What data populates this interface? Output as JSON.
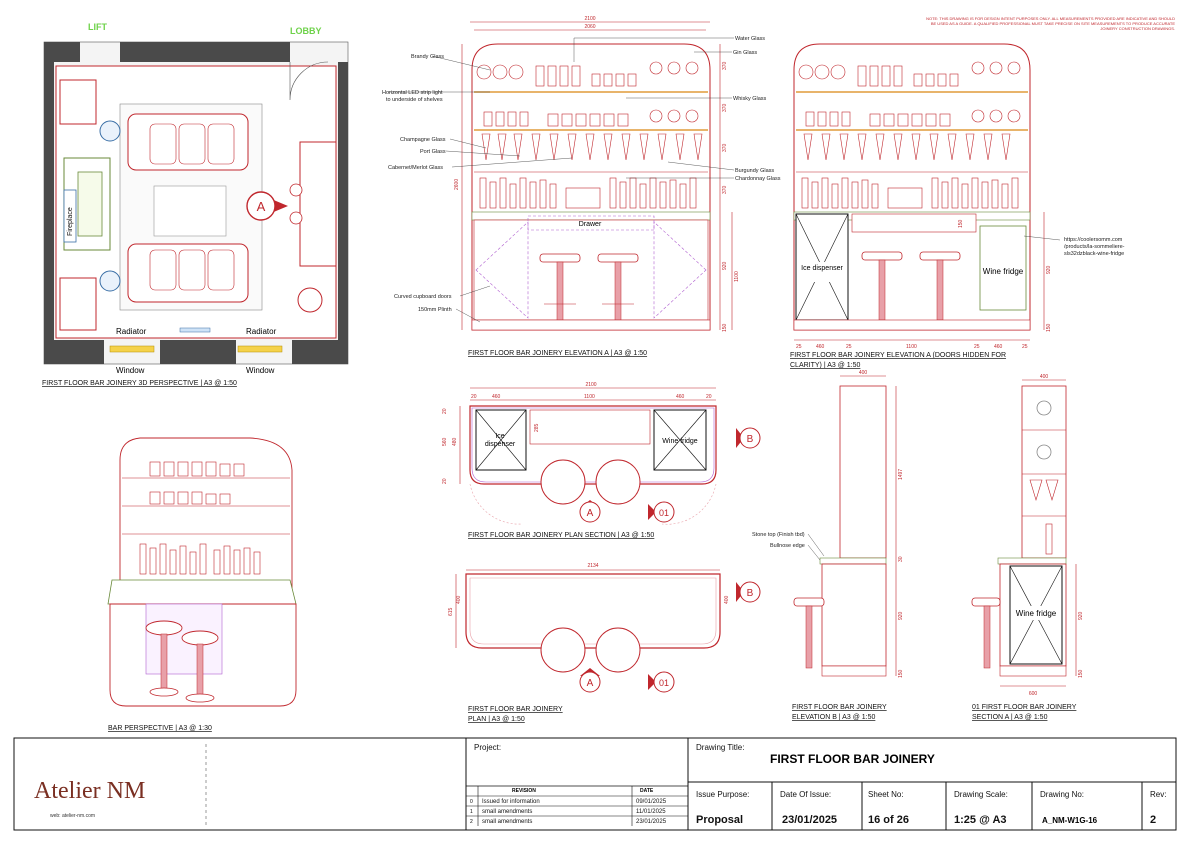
{
  "note": "NOTE: THIS DRAWING IS FOR DESIGN INTENT PURPOSES ONLY. ALL MEASUREMENTS PROVIDED ARE INDICATIVE AND SHOULD BE USED AS A GUIDE. A QUALIFIED PROFESSIONAL MUST TAKE PRECISE ON SITE MEASUREMENTS TO PRODUCE ACCURATE JOINERY CONSTRUCTION DRAWINGS.",
  "perspective3d": {
    "lift": "LIFT",
    "lobby": "LOBBY",
    "fireplace": "Fireplace",
    "radiator_left": "Radiator",
    "radiator_right": "Radiator",
    "window_left": "Window",
    "window_right": "Window",
    "marker": "A",
    "caption": "FIRST FLOOR BAR JOINERY 3D PERSPECTIVE | A3 @ 1:50"
  },
  "bar_perspective": {
    "caption": "BAR PERSPECTIVE | A3 @ 1:30"
  },
  "elevation_a": {
    "caption": "FIRST FLOOR BAR JOINERY ELEVATION A | A3 @ 1:50",
    "dim_total": "2100",
    "dim_inner": "2060",
    "dim_height": "2600",
    "dim_lower": "1100",
    "dim_920": "920",
    "dim_150": "150",
    "dim_370a": "370",
    "dim_370b": "370",
    "dim_370c": "370",
    "dim_370d": "370",
    "drawer": "Drawer",
    "labels_left": [
      "Brandy Glass",
      "Horizontal LED strip light",
      "to underside of shelves",
      "Champagne Glass",
      "Port Glass",
      "Cabernet/Merlot Glass",
      "Curved cupboard doors",
      "150mm Plinth"
    ],
    "labels_right": [
      "Water Glass",
      "Gin Glass",
      "Whisky Glass",
      "Burgundy Glass",
      "Chardonnay Glass"
    ]
  },
  "elevation_a_hidden": {
    "caption_line1": "FIRST FLOOR BAR JOINERY ELEVATION A (DOORS HIDDEN FOR",
    "caption_line2": "CLARITY) | A3 @ 1:50",
    "ice": "Ice dispenser",
    "fridge": "Wine fridge",
    "link_line1": "https://coolersomm.com",
    "link_line2": "/products/la-sommeliere-",
    "link_line3": "sls32dzblack-wine-fridge",
    "dims_bottom": [
      "25",
      "460",
      "25",
      "1100",
      "25",
      "460",
      "25"
    ],
    "dim_920": "920",
    "dim_150": "150",
    "dim_150b": "150"
  },
  "plan_section": {
    "caption": "FIRST FLOOR BAR JOINERY PLAN SECTION | A3 @ 1:50",
    "dim_total": "2100",
    "dims_top": [
      "20",
      "460",
      "1100",
      "460",
      "20"
    ],
    "dims_left": [
      "20",
      "560",
      "480",
      "20"
    ],
    "dim_285": "285",
    "ice_line1": "Ice",
    "ice_line2": "dispenser",
    "fridge": "Wine fridge",
    "marker_a": "A",
    "marker_b": "B",
    "marker_01": "01"
  },
  "plan": {
    "caption_line1": "FIRST FLOOR BAR JOINERY",
    "caption_line2": "PLAN | A3 @ 1:50",
    "dim_total": "2134",
    "dim_615": "615",
    "dim_400a": "400",
    "dim_400b": "400",
    "marker_a": "A",
    "marker_b": "B",
    "marker_01": "01"
  },
  "elevation_b": {
    "caption_line1": "FIRST FLOOR BAR JOINERY",
    "caption_line2": "ELEVATION B | A3 @ 1:50",
    "dim_400": "400",
    "dim_1497": "1497",
    "dim_30": "30",
    "dim_920": "920",
    "dim_150": "150",
    "stone_top": "Stone top (Finish tbd)",
    "bullnose": "Bullnose edge"
  },
  "section_a": {
    "caption_line1": "01 FIRST FLOOR BAR JOINERY",
    "caption_line2": "SECTION A | A3 @ 1:50",
    "dim_400": "400",
    "dim_600": "600",
    "dim_920": "920",
    "dim_150": "150",
    "fridge": "Wine fridge"
  },
  "title_block": {
    "company": "Atelier NM",
    "web": "web: atelier-nm.com",
    "project_label": "Project:",
    "revision_header": "REVISION",
    "date_header": "DATE",
    "revisions": [
      {
        "no": "0",
        "desc": "Issued for information",
        "date": "09/01/2025"
      },
      {
        "no": "1",
        "desc": "small amendments",
        "date": "11/01/2025"
      },
      {
        "no": "2",
        "desc": "small amendments",
        "date": "23/01/2025"
      }
    ],
    "drawing_title_label": "Drawing Title:",
    "drawing_title": "FIRST FLOOR BAR JOINERY",
    "issue_purpose_label": "Issue Purpose:",
    "issue_purpose": "Proposal",
    "date_label": "Date Of Issue:",
    "date": "23/01/2025",
    "sheet_label": "Sheet No:",
    "sheet": "16 of 26",
    "scale_label": "Drawing Scale:",
    "scale": "1:25 @ A3",
    "drawing_no_label": "Drawing No:",
    "drawing_no": "A_NM-W1G-16",
    "rev_label": "Rev:",
    "rev": "2"
  }
}
